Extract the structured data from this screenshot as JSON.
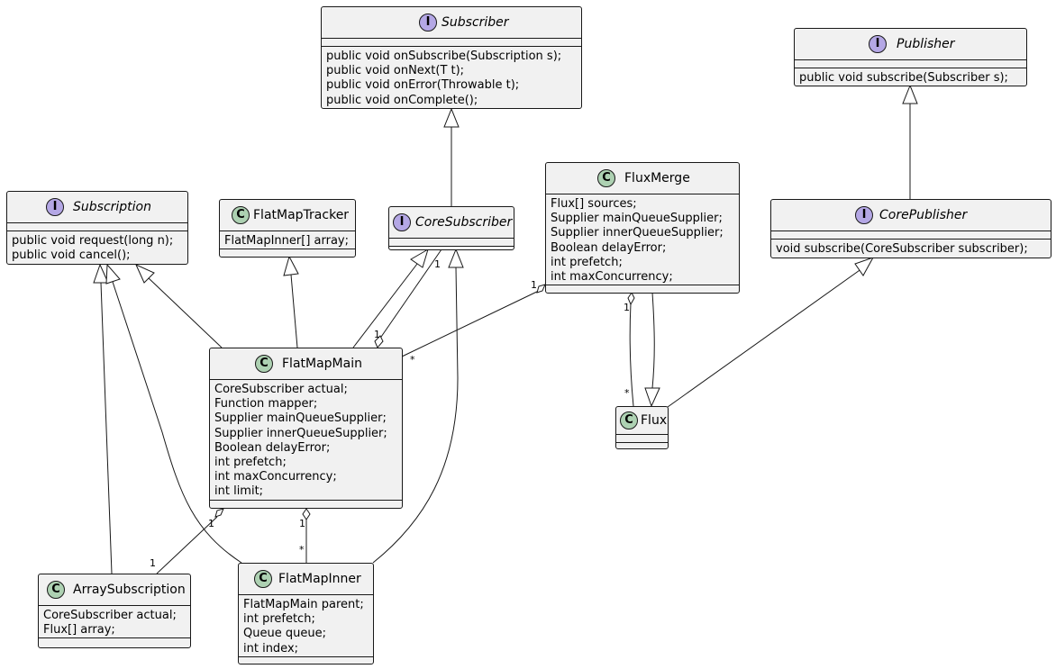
{
  "classes": {
    "subscriber": {
      "kind": "I",
      "name": "Subscriber",
      "methods": [
        "public void onSubscribe(Subscription s);",
        "public void onNext(T t);",
        "public void onError(Throwable t);",
        "public void onComplete();"
      ]
    },
    "publisher": {
      "kind": "I",
      "name": "Publisher",
      "methods": [
        "public void subscribe(Subscriber s);"
      ]
    },
    "subscription": {
      "kind": "I",
      "name": "Subscription",
      "methods": [
        "public void request(long n);",
        "public void cancel();"
      ]
    },
    "flatmaptracker": {
      "kind": "C",
      "name": "FlatMapTracker",
      "fields": [
        "FlatMapInner[] array;"
      ]
    },
    "coresubscriber": {
      "kind": "I",
      "name": "CoreSubscriber"
    },
    "fluxmerge": {
      "kind": "C",
      "name": "FluxMerge",
      "fields": [
        "Flux[] sources;",
        "Supplier mainQueueSupplier;",
        "Supplier innerQueueSupplier;",
        "Boolean delayError;",
        "int prefetch;",
        "int maxConcurrency;"
      ]
    },
    "corepublisher": {
      "kind": "I",
      "name": "CorePublisher",
      "methods": [
        "void subscribe(CoreSubscriber subscriber);"
      ]
    },
    "flatmapmain": {
      "kind": "C",
      "name": "FlatMapMain",
      "fields": [
        "CoreSubscriber actual;",
        "Function mapper;",
        "Supplier mainQueueSupplier;",
        "Supplier innerQueueSupplier;",
        "Boolean delayError;",
        "int prefetch;",
        "int maxConcurrency;",
        "int limit;"
      ]
    },
    "flux": {
      "kind": "C",
      "name": "Flux"
    },
    "arraysubscription": {
      "kind": "C",
      "name": "ArraySubscription",
      "fields": [
        "CoreSubscriber actual;",
        "Flux[] array;"
      ]
    },
    "flatmapinner": {
      "kind": "C",
      "name": "FlatMapInner",
      "fields": [
        "FlatMapMain parent;",
        "int prefetch;",
        "Queue queue;",
        "int index;"
      ]
    }
  },
  "relations": [
    {
      "from": "CoreSubscriber",
      "to": "Subscriber",
      "type": "extends"
    },
    {
      "from": "CorePublisher",
      "to": "Publisher",
      "type": "extends"
    },
    {
      "from": "FlatMapMain",
      "to": "Subscription",
      "type": "implements"
    },
    {
      "from": "FlatMapMain",
      "to": "FlatMapTracker",
      "type": "extends"
    },
    {
      "from": "FlatMapMain",
      "to": "CoreSubscriber",
      "type": "implements"
    },
    {
      "from": "FlatMapMain",
      "to": "CoreSubscriber",
      "type": "aggregation",
      "whole_mult": "1",
      "part_mult": "1"
    },
    {
      "from": "FluxMerge",
      "to": "FlatMapMain",
      "type": "aggregation",
      "whole_mult": "1",
      "part_mult": "*"
    },
    {
      "from": "FluxMerge",
      "to": "Flux",
      "type": "aggregation",
      "whole_mult": "1",
      "part_mult": "*"
    },
    {
      "from": "FluxMerge",
      "to": "Flux",
      "type": "extends"
    },
    {
      "from": "Flux",
      "to": "CorePublisher",
      "type": "implements"
    },
    {
      "from": "ArraySubscription",
      "to": "Subscription",
      "type": "implements"
    },
    {
      "from": "FlatMapInner",
      "to": "Subscription",
      "type": "implements"
    },
    {
      "from": "FlatMapInner",
      "to": "CoreSubscriber",
      "type": "implements"
    },
    {
      "from": "FlatMapMain",
      "to": "ArraySubscription",
      "type": "aggregation",
      "whole_mult": "1",
      "part_mult": "1"
    },
    {
      "from": "FlatMapMain",
      "to": "FlatMapInner",
      "type": "aggregation",
      "whole_mult": "1",
      "part_mult": "*"
    }
  ],
  "colors": {
    "interface_icon": "#b4a7e5",
    "class_icon": "#add1b2",
    "box_fill": "#f1f1f1",
    "line": "#181818"
  }
}
